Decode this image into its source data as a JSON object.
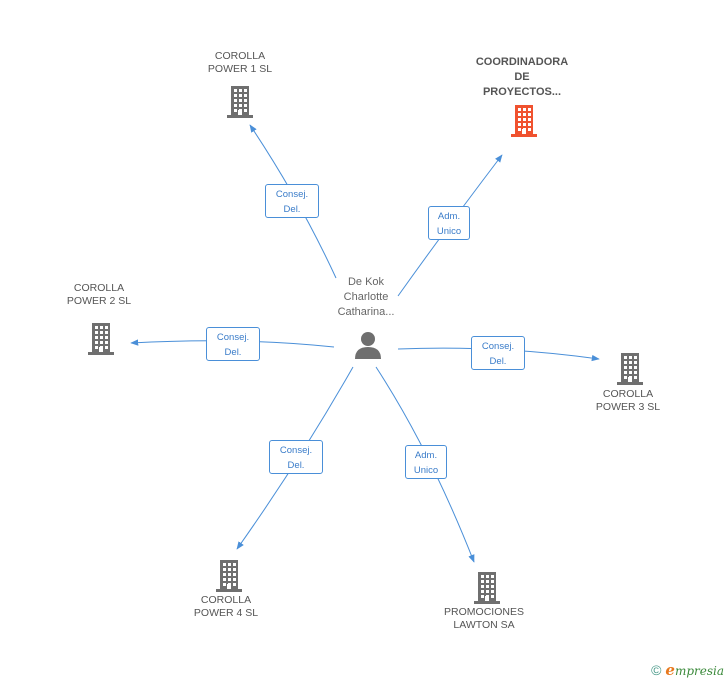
{
  "colors": {
    "line": "#4a8fd8",
    "building_default": "#6f6f6f",
    "building_highlight": "#f0522f",
    "person": "#6f6f6f"
  },
  "center": {
    "label": "De Kok\nCharlotte\nCatharina...",
    "icon": "person-icon"
  },
  "nodes": [
    {
      "label": "COROLLA\nPOWER 1 SL",
      "icon": "building-icon",
      "highlight": false
    },
    {
      "label": "COORDINADORA\nDE\nPROYECTOS...",
      "icon": "building-icon",
      "highlight": true
    },
    {
      "label": "COROLLA\nPOWER 2 SL",
      "icon": "building-icon",
      "highlight": false
    },
    {
      "label": "COROLLA\nPOWER 3 SL",
      "icon": "building-icon",
      "highlight": false
    },
    {
      "label": "COROLLA\nPOWER 4 SL",
      "icon": "building-icon",
      "highlight": false
    },
    {
      "label": "PROMOCIONES\nLAWTON SA",
      "icon": "building-icon",
      "highlight": false
    }
  ],
  "edges": [
    {
      "to": 0,
      "label": "Consej.\nDel."
    },
    {
      "to": 1,
      "label": "Adm.\nUnico"
    },
    {
      "to": 2,
      "label": "Consej.\nDel."
    },
    {
      "to": 3,
      "label": "Consej.\nDel."
    },
    {
      "to": 4,
      "label": "Consej.\nDel."
    },
    {
      "to": 5,
      "label": "Adm.\nUnico"
    }
  ],
  "footer": {
    "copyright_symbol": "©",
    "brand_first": "e",
    "brand_rest": "mpresia"
  }
}
